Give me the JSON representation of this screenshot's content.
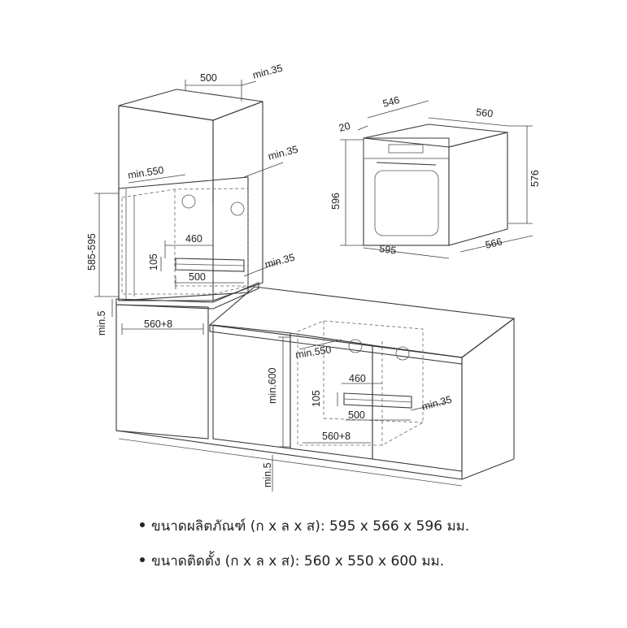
{
  "dimensions": {
    "top_width": "500",
    "top_clearance": "min.35",
    "oven_front_inset": "20",
    "oven_depth_body": "546",
    "oven_depth_total": "560",
    "oven_front_height": "596",
    "oven_body_height": "576",
    "oven_width": "595",
    "oven_depth": "566",
    "tall_depth": "min.550",
    "tall_clearance": "min.35",
    "tall_height": "585-595",
    "tall_vent_width": "460",
    "tall_vent_height": "105",
    "tall_cutout_clearance": "min.35",
    "tall_bottom_depth": "500",
    "tall_base_gap": "min.5",
    "tall_width": "560+8",
    "under_depth": "min.550",
    "under_vent_width": "460",
    "under_vent_height": "105",
    "under_bottom_depth": "500",
    "under_clearance": "min.35",
    "under_height": "min.600",
    "under_width": "560+8",
    "under_base_gap": "min.5"
  },
  "specs": {
    "product_size": "ขนาดผลิตภัณฑ์ (ก x ล x ส): 595 x 566 x 596 มม.",
    "install_size": "ขนาดติดตั้ง (ก x ล x ส): 560 x 550 x 600 มม."
  }
}
